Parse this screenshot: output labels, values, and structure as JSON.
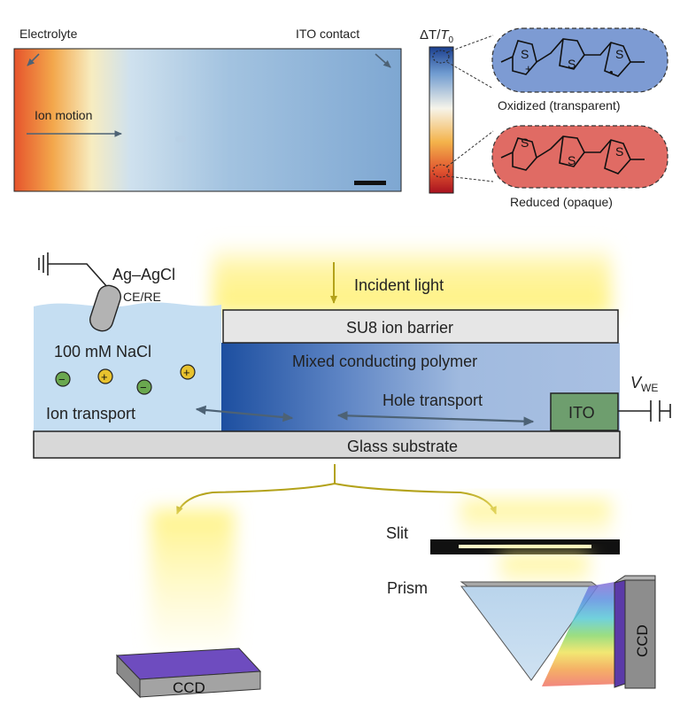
{
  "panel_a": {
    "label_left": "Electrolyte",
    "label_right": "ITO contact",
    "label_motion": "Ion motion"
  },
  "colorbar": {
    "title_delta": "ΔT",
    "title_slash": "/",
    "title_t": "T",
    "title_sub": "0"
  },
  "molecules": {
    "oxidized_label": "Oxidized (transparent)",
    "reduced_label": "Reduced (opaque)",
    "sulfur": "S",
    "plus": "+",
    "radical_dot": "•"
  },
  "device": {
    "electrode_label": "Ag–AgCl",
    "electrode_sub": "CE/RE",
    "electrolyte": "100 mM NaCl",
    "ion_transport": "Ion transport",
    "incident_light": "Incident light",
    "barrier": "SU8 ion barrier",
    "polymer": "Mixed conducting polymer",
    "hole_transport": "Hole transport",
    "ito": "ITO",
    "v_main": "V",
    "v_sub": "WE",
    "substrate": "Glass substrate",
    "minus": "−",
    "plus": "+"
  },
  "optics": {
    "slit": "Slit",
    "prism": "Prism",
    "ccd_left": "CCD",
    "ccd_right": "CCD"
  },
  "colors": {
    "electrolyte": "#c5def2",
    "polymer": "#a3bde0",
    "polymer_dark": "#1d4fa0",
    "ito": "#6e9e6e",
    "glow": "#fff27a",
    "arrow": "#b3a21a",
    "transport_arrow": "#4d6275",
    "oxidized_fill": "#7d9bd3",
    "reduced_fill": "#e06b64"
  }
}
